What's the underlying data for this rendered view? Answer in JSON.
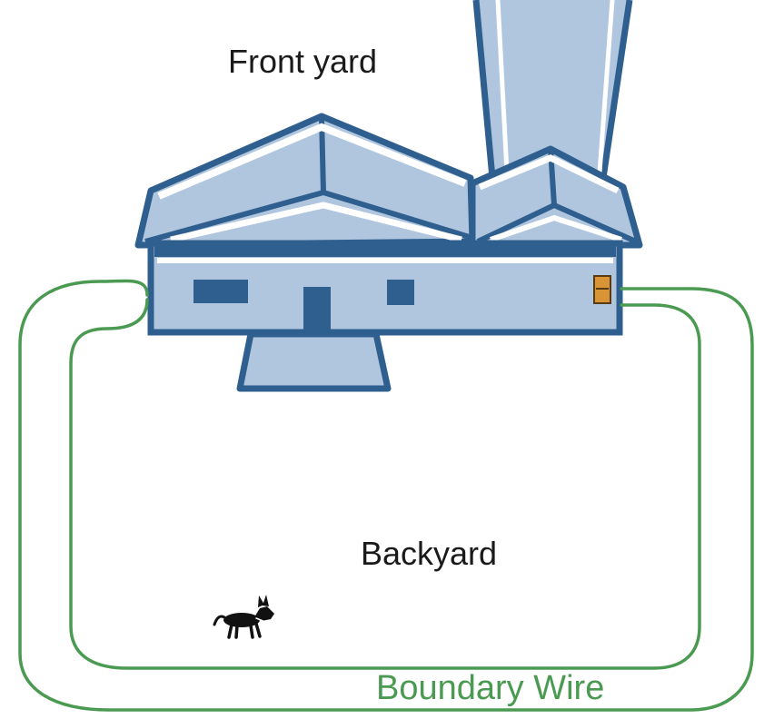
{
  "labels": {
    "front_yard": "Front yard",
    "backyard": "Backyard",
    "boundary_wire": "Boundary Wire"
  },
  "colors": {
    "house_fill": "#b0c6de",
    "house_stroke": "#2e5f8f",
    "wire": "#4a9a52",
    "wire_label": "#4a9a52",
    "transmitter": "#d89435",
    "text": "#1a1a1a",
    "dog": "#111111"
  },
  "icons": {
    "dog": "dog-icon",
    "transmitter": "transmitter-box-icon"
  }
}
